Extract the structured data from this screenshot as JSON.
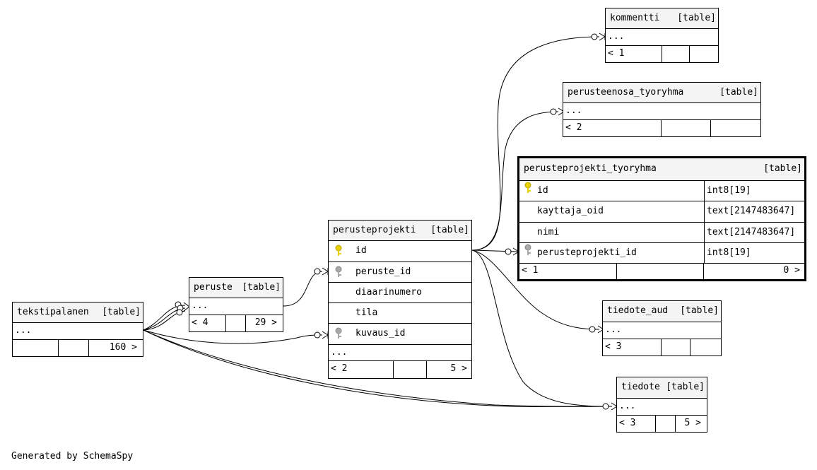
{
  "tables": {
    "kommentti": {
      "name": "kommentti",
      "type": "[table]",
      "rows": [
        "..."
      ],
      "footer": [
        "< 1",
        "",
        ""
      ]
    },
    "perusteenosa_tyoryhma": {
      "name": "perusteenosa_tyoryhma",
      "type": "[table]",
      "rows": [
        "..."
      ],
      "footer": [
        "< 2",
        "",
        ""
      ]
    },
    "perusteprojekti_tyoryhma": {
      "name": "perusteprojekti_tyoryhma",
      "type": "[table]",
      "columns": [
        {
          "name": "id",
          "dtype": "int8[19]",
          "key": "primary"
        },
        {
          "name": "kayttaja_oid",
          "dtype": "text[2147483647]",
          "key": "none"
        },
        {
          "name": "nimi",
          "dtype": "text[2147483647]",
          "key": "none"
        },
        {
          "name": "perusteprojekti_id",
          "dtype": "int8[19]",
          "key": "foreign"
        }
      ],
      "footer": [
        "< 1",
        "",
        "0 >"
      ]
    },
    "perusteprojekti": {
      "name": "perusteprojekti",
      "type": "[table]",
      "columns": [
        {
          "name": "id",
          "key": "primary"
        },
        {
          "name": "peruste_id",
          "key": "foreign"
        },
        {
          "name": "diaarinumero",
          "key": "none"
        },
        {
          "name": "tila",
          "key": "none"
        },
        {
          "name": "kuvaus_id",
          "key": "foreign"
        },
        {
          "name": "...",
          "key": "none"
        }
      ],
      "footer": [
        "< 2",
        "",
        "5 >"
      ]
    },
    "peruste": {
      "name": "peruste",
      "type": "[table]",
      "rows": [
        "..."
      ],
      "footer": [
        "< 4",
        "",
        "29 >"
      ]
    },
    "tekstipalanen": {
      "name": "tekstipalanen",
      "type": "[table]",
      "rows": [
        "..."
      ],
      "footer": [
        "",
        "",
        "160 >"
      ]
    },
    "tiedote_aud": {
      "name": "tiedote_aud",
      "type": "[table]",
      "rows": [
        "..."
      ],
      "footer": [
        "< 3",
        "",
        ""
      ]
    },
    "tiedote": {
      "name": "tiedote",
      "type": "[table]",
      "rows": [
        "..."
      ],
      "footer": [
        "< 3",
        "",
        "5 >"
      ]
    }
  },
  "colors": {
    "primary_key": "#e8d000",
    "foreign_key": "#a8a8a8",
    "header_bg": "#f4f4f4"
  },
  "generated_by": "Generated by SchemaSpy"
}
